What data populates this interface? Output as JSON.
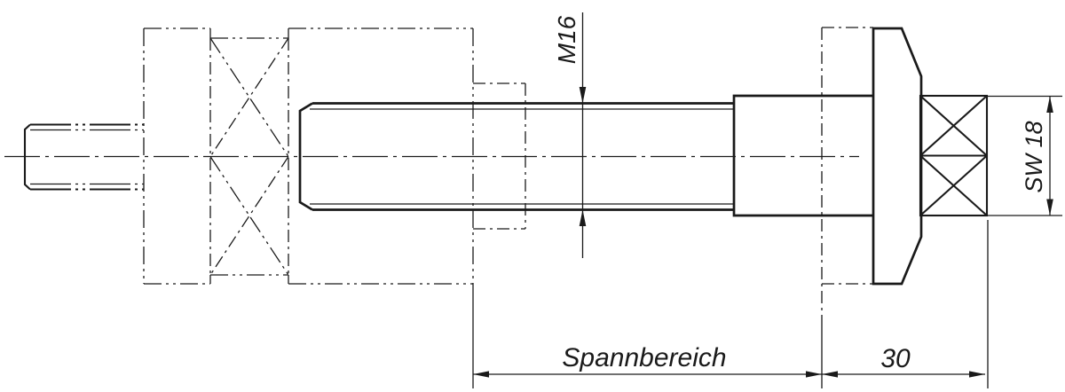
{
  "drawing": {
    "background": "#ffffff",
    "line_color": "#1a1a1a",
    "labels": {
      "thread_size": "M16",
      "clamping_range": "Spannbereich",
      "head_section_length": "30",
      "wrench_size": "SW 18"
    }
  }
}
